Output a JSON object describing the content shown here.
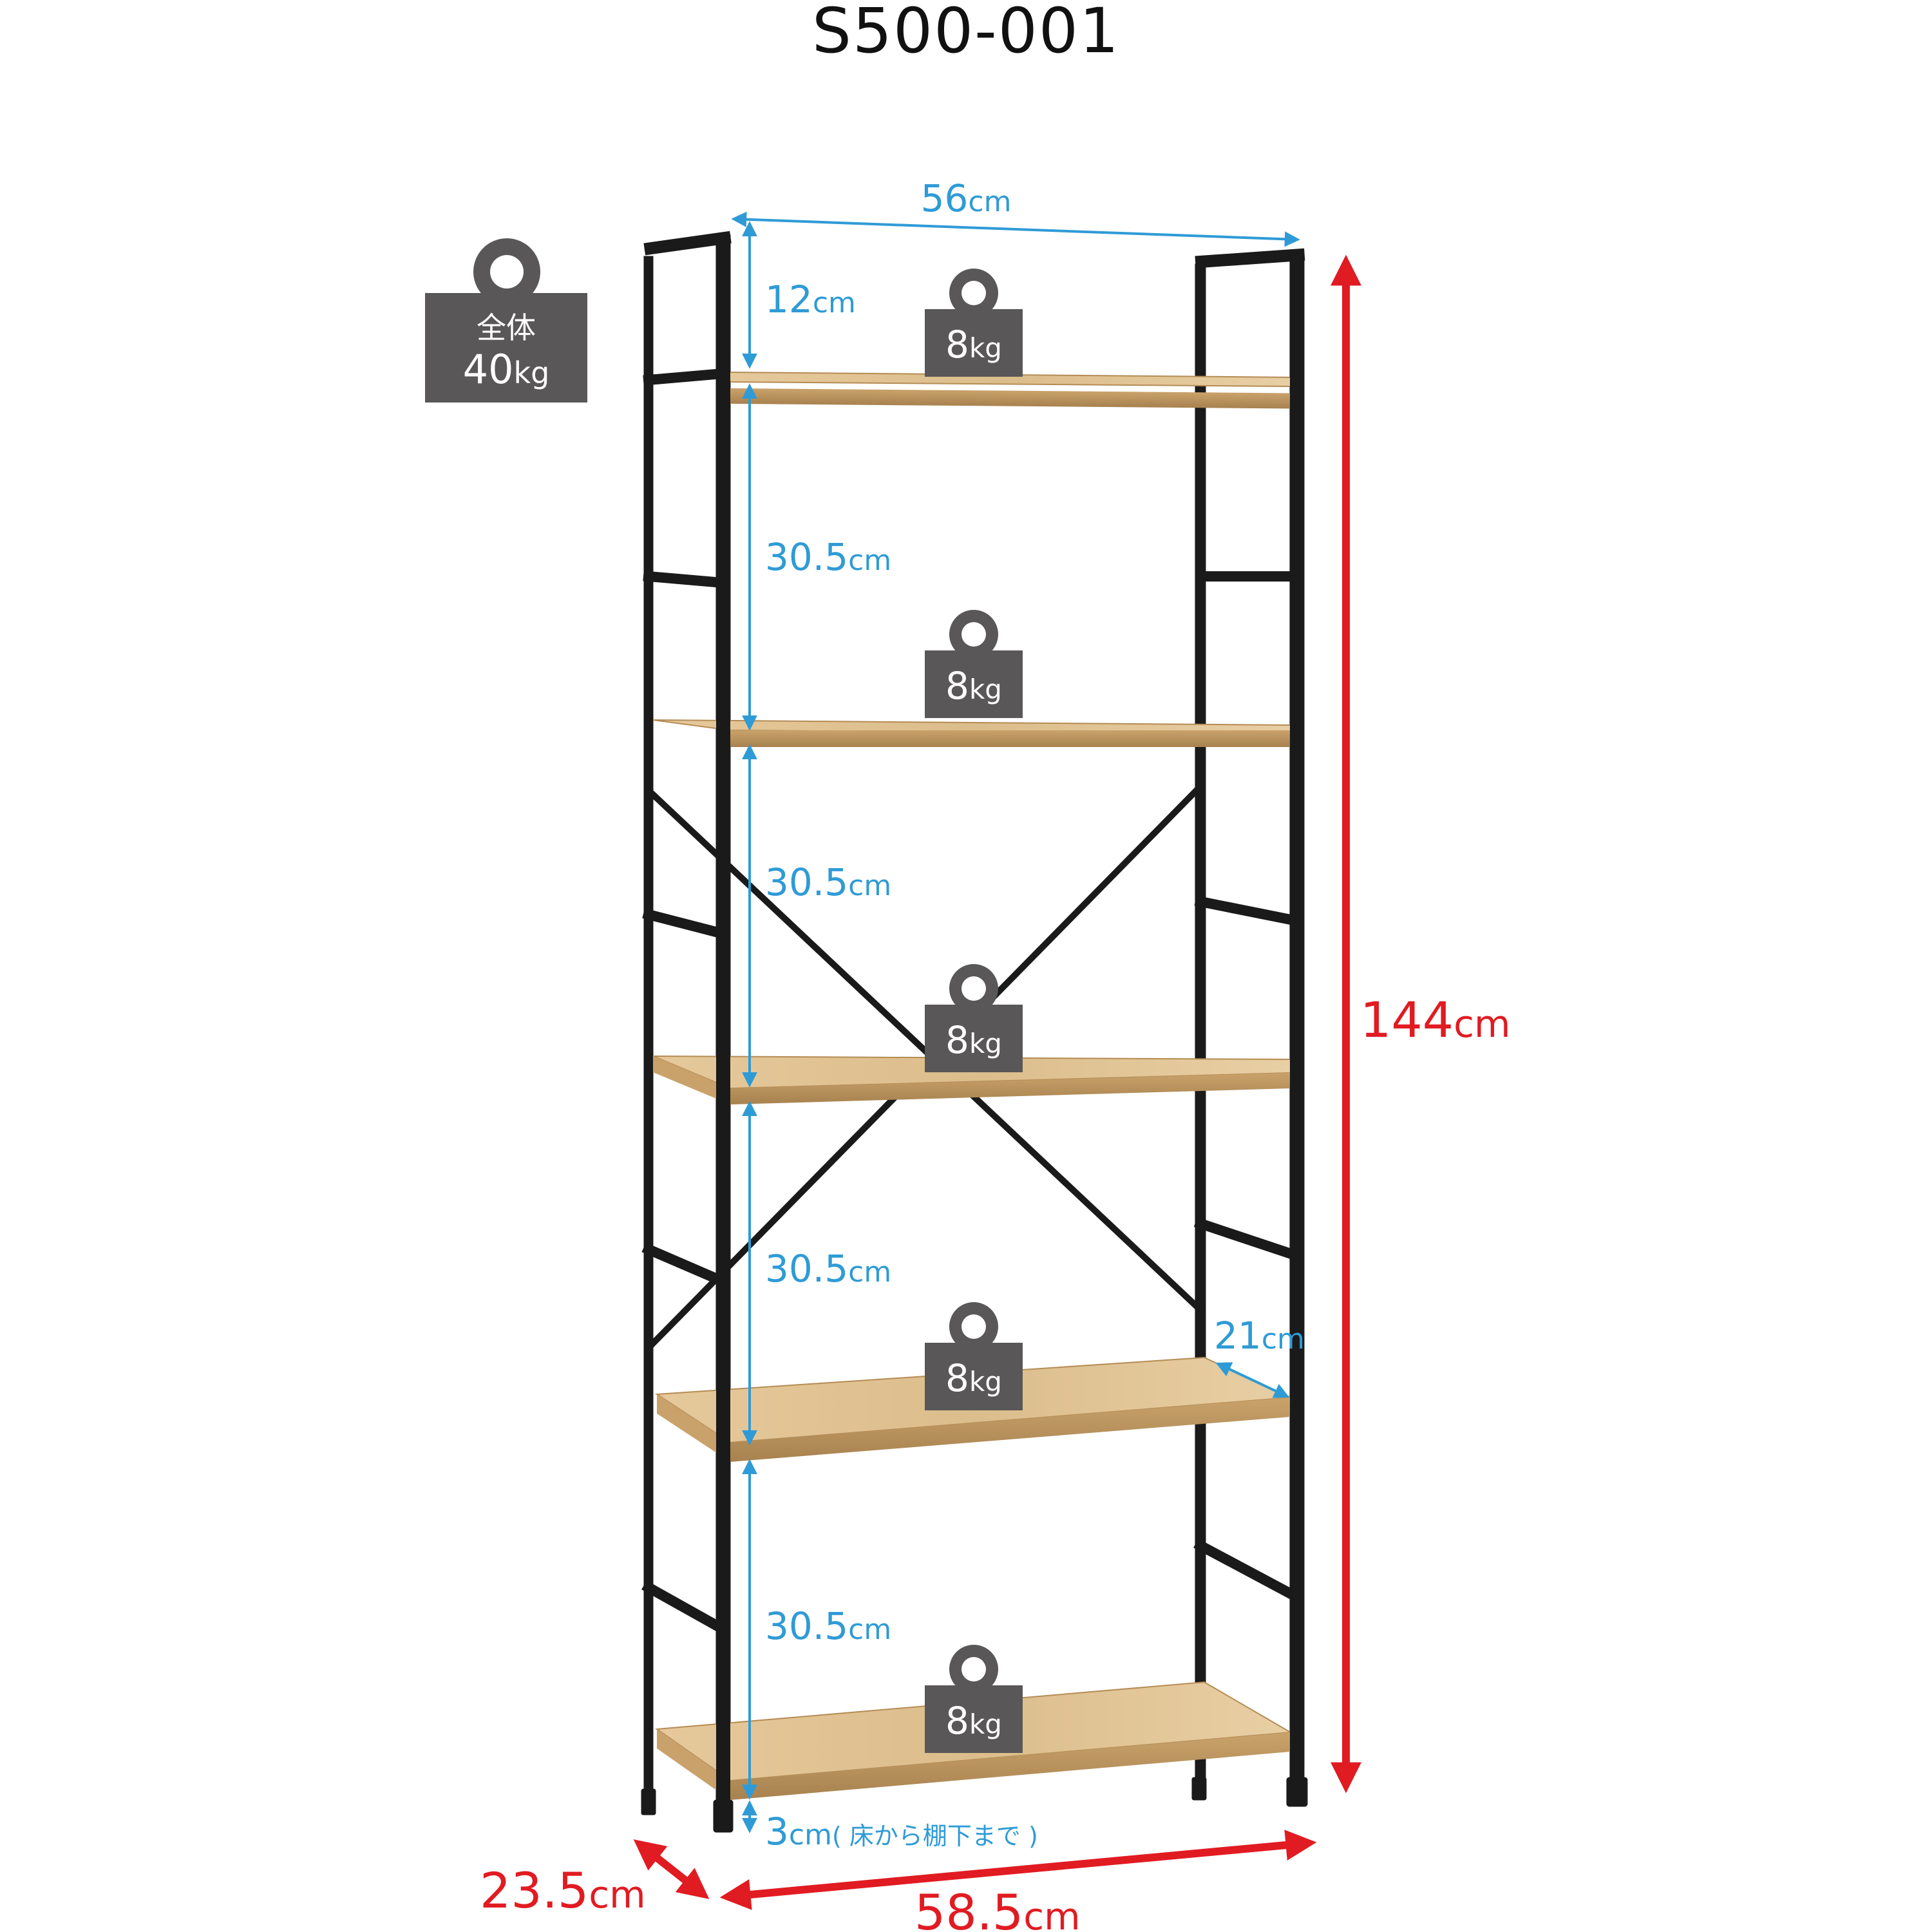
{
  "title": "S500-001",
  "total_load": {
    "line1": "全体",
    "value": "40",
    "unit": "kg"
  },
  "shelf_load": {
    "value": "8",
    "unit": "kg"
  },
  "unit_cm": "cm",
  "dims": {
    "inner_width": "56",
    "top_gap": "12",
    "shelf_spacing": "30.5",
    "floor_gap": "3",
    "floor_note": "( 床から棚下まで )",
    "shelf_depth": "21",
    "height": "144",
    "width": "58.5",
    "depth": "23.5"
  },
  "colors": {
    "dimension": "#2f9bd6",
    "overall": "#e11b22",
    "weight_badge": "#595757",
    "frame": "#1a1a1a",
    "wood": "#d9b98a"
  }
}
